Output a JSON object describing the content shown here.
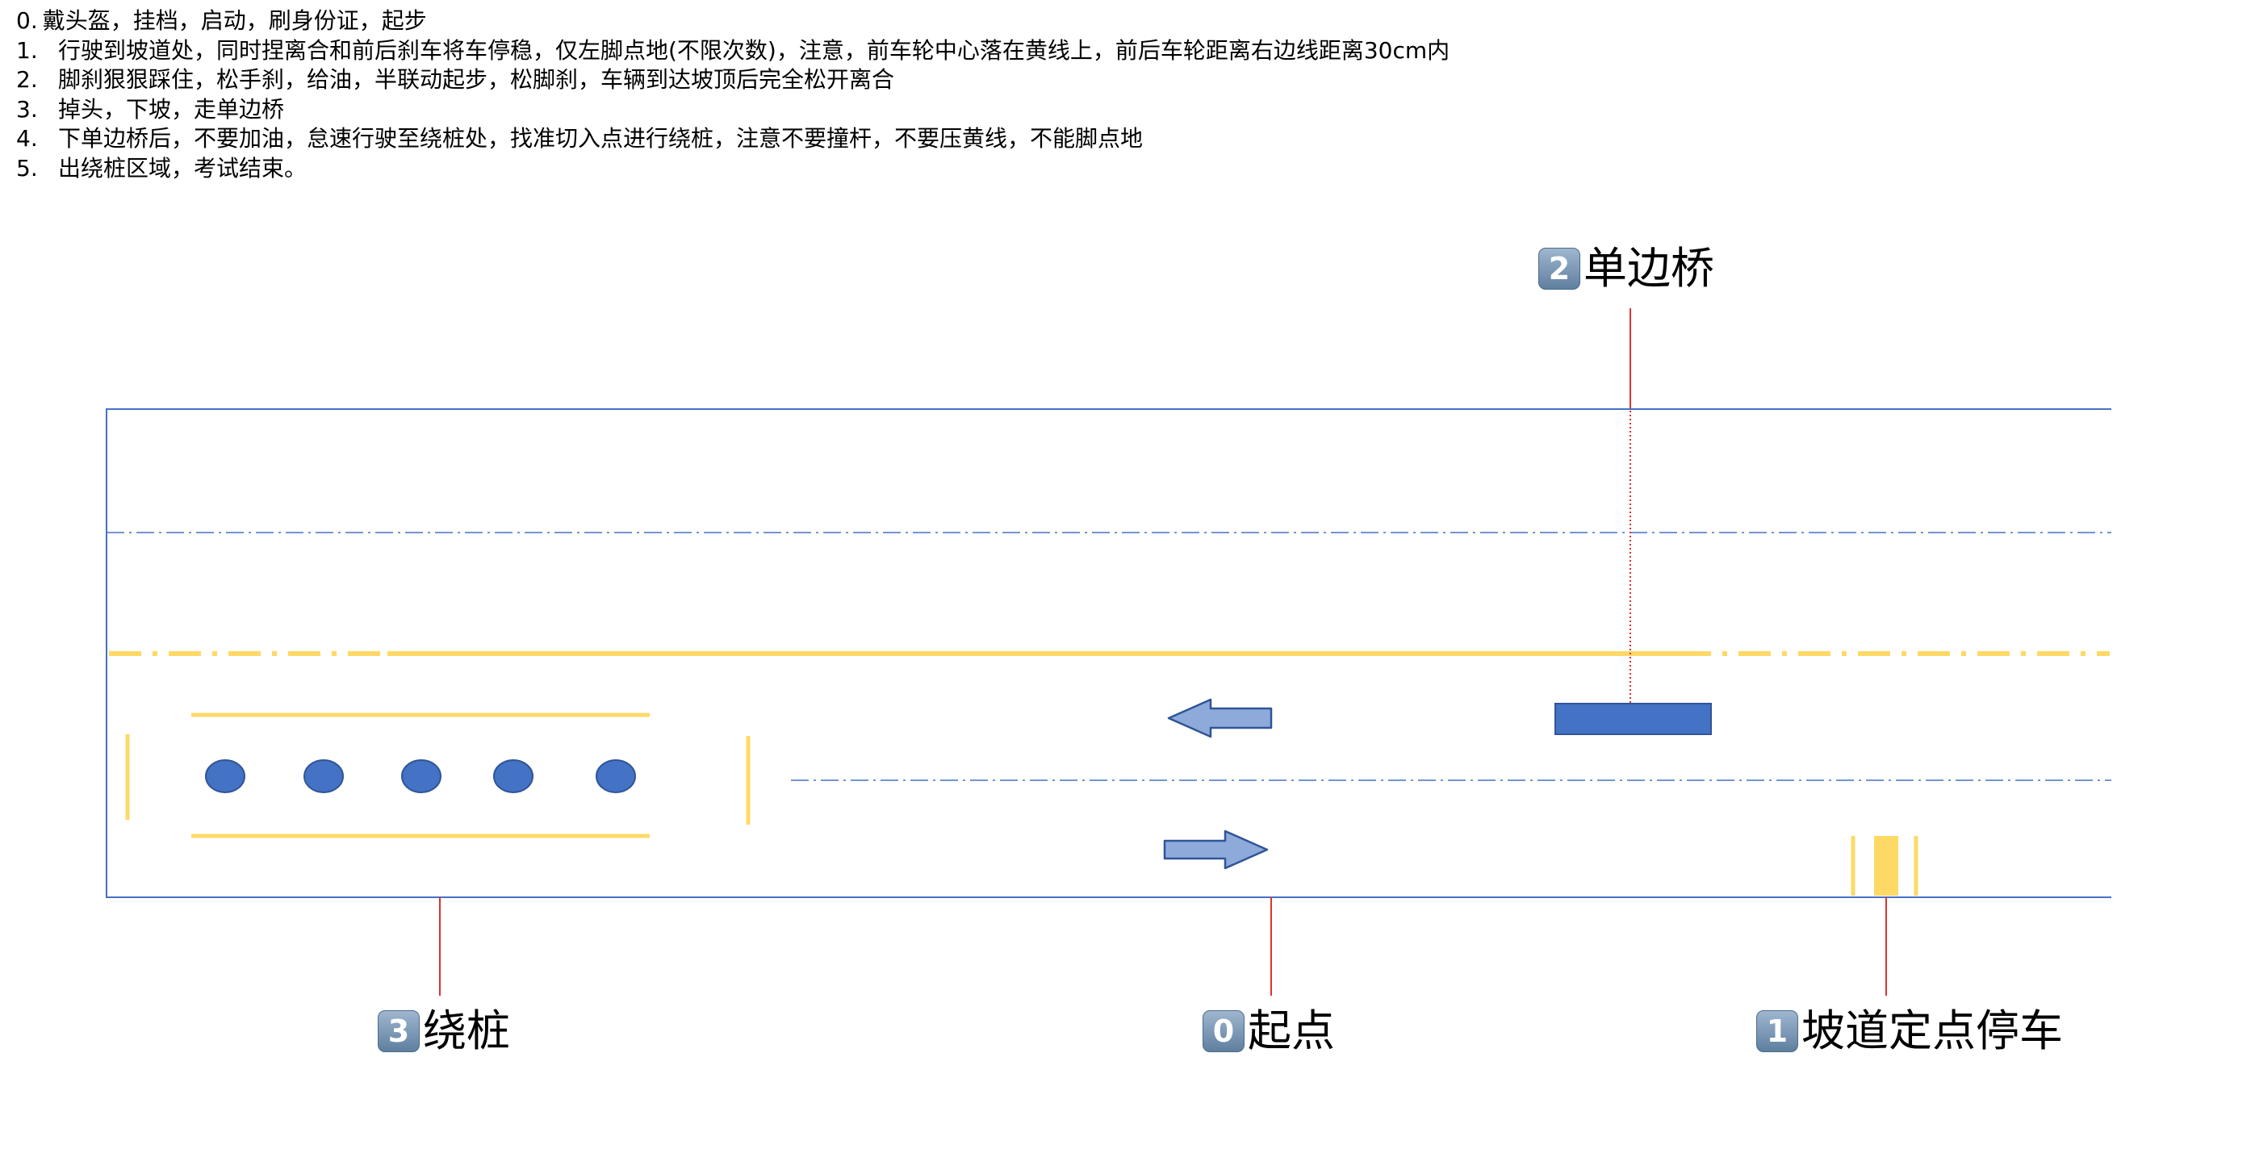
{
  "steps": [
    {
      "num": "0.",
      "text": "戴头盔，挂档，启动，刷身份证，起步"
    },
    {
      "num": "1.",
      "text": "行驶到坡道处，同时捏离合和前后刹车将车停稳，仅左脚点地(不限次数)，注意，前车轮中心落在黄线上，前后车轮距离右边线距离30cm内"
    },
    {
      "num": "2.",
      "text": "脚刹狠狠踩住，松手刹，给油，半联动起步，松脚刹，车辆到达坡顶后完全松开离合"
    },
    {
      "num": "3.",
      "text": "掉头，下坡，走单边桥"
    },
    {
      "num": "4.",
      "text": "下单边桥后，不要加油，怠速行驶至绕桩处，找准切入点进行绕桩，注意不要撞杆，不要压黄线，不能脚点地"
    },
    {
      "num": "5.",
      "text": "出绕桩区域，考试结束。"
    }
  ],
  "labels": {
    "bridge": {
      "badge": "2",
      "text": "单边桥"
    },
    "slalom": {
      "badge": "3",
      "text": "绕桩"
    },
    "start": {
      "badge": "0",
      "text": "起点"
    },
    "ramp": {
      "badge": "1",
      "text": "坡道定点停车"
    }
  },
  "colors": {
    "border": "#4472c4",
    "yellow": "#ffd966",
    "blue_fill": "#4472c4",
    "arrow_fill": "#8eaadb",
    "arrow_stroke": "#2f5597",
    "leader": "#e03030"
  }
}
